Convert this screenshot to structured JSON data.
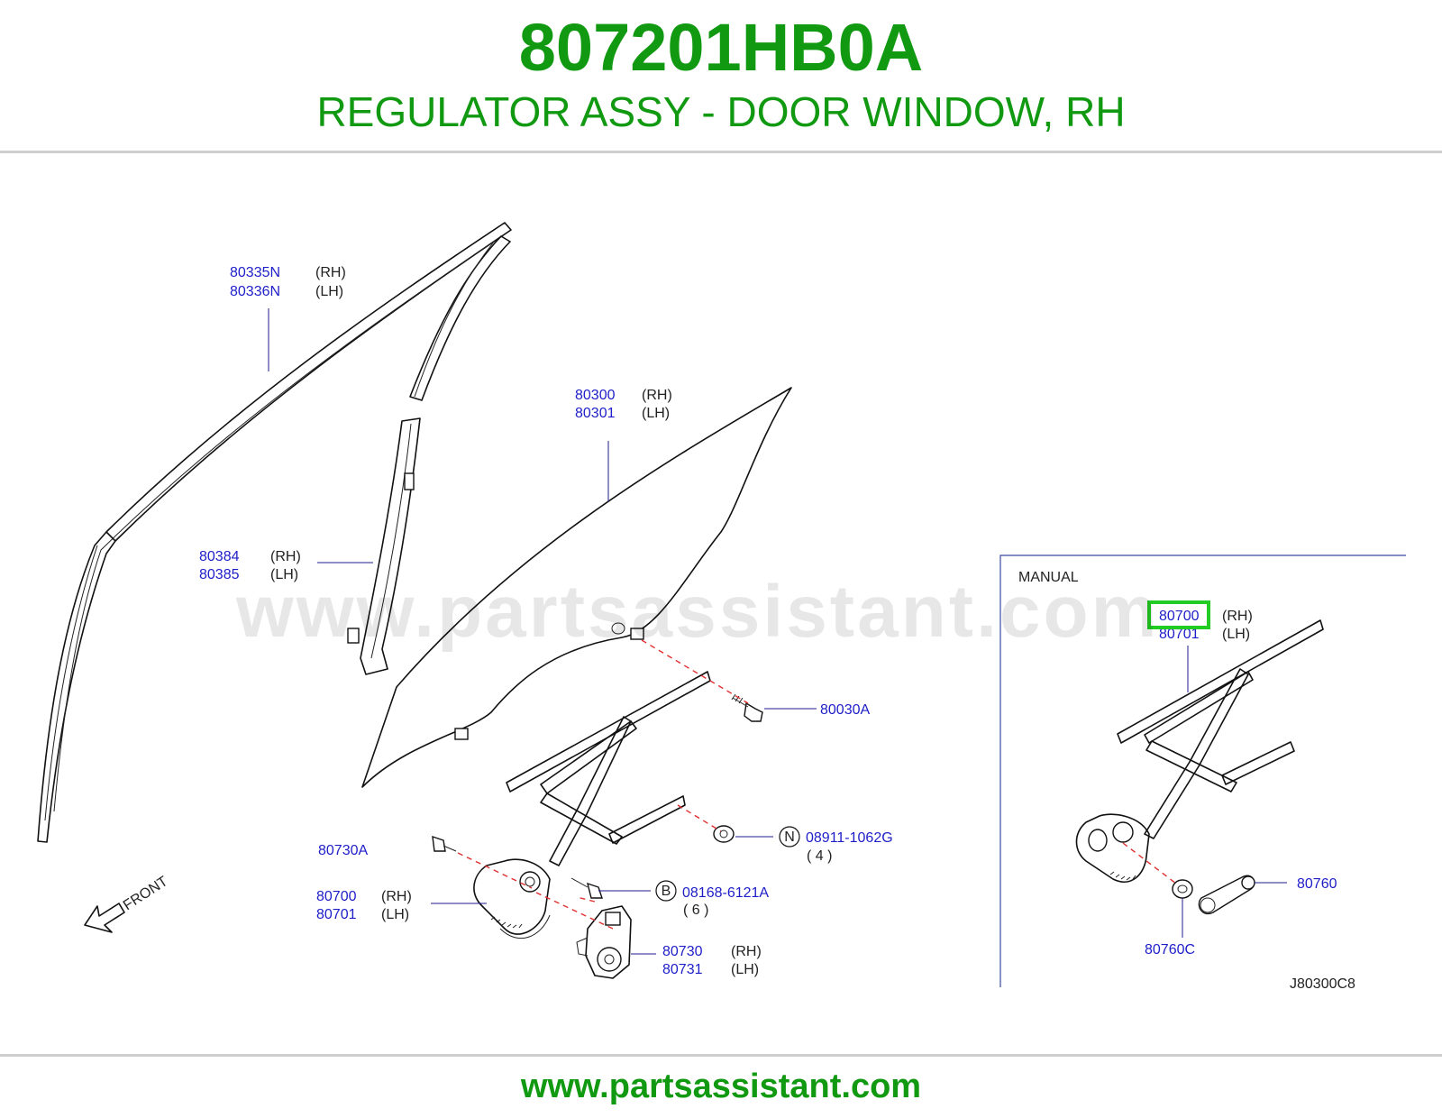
{
  "header": {
    "part_number": "807201HB0A",
    "description": "REGULATOR ASSY - DOOR WINDOW, RH"
  },
  "watermark": "www.partsassistant.com",
  "footer": {
    "url": "www.partsassistant.com"
  },
  "diagram_code": "J80300C8",
  "front_label": "FRONT",
  "manual_panel": {
    "title": "MANUAL"
  },
  "callouts": {
    "sash_rh": {
      "part": "80335N",
      "side": "(RH)"
    },
    "sash_lh": {
      "part": "80336N",
      "side": "(LH)"
    },
    "channel_rh": {
      "part": "80384",
      "side": "(RH)"
    },
    "channel_lh": {
      "part": "80385",
      "side": "(LH)"
    },
    "glass_rh": {
      "part": "80300",
      "side": "(RH)"
    },
    "glass_lh": {
      "part": "80301",
      "side": "(LH)"
    },
    "bolt_glass": {
      "part": "80030A"
    },
    "nut": {
      "symbol": "N",
      "part": "08911-1062G",
      "qty": "(   4   )"
    },
    "bolt_motor_pin": {
      "part": "80730A"
    },
    "bolt_b": {
      "symbol": "B",
      "part": "08168-6121A",
      "qty": "(   6   )"
    },
    "regulator_rh": {
      "part": "80700",
      "side": "(RH)"
    },
    "regulator_lh": {
      "part": "80701",
      "side": "(LH)"
    },
    "motor_rh": {
      "part": "80730",
      "side": "(RH)"
    },
    "motor_lh": {
      "part": "80731",
      "side": "(LH)"
    },
    "manual_regulator_rh": {
      "part": "80700",
      "side": "(RH)"
    },
    "manual_regulator_lh": {
      "part": "80701",
      "side": "(LH)"
    },
    "handle": {
      "part": "80760"
    },
    "escutcheon": {
      "part": "80760C"
    }
  }
}
